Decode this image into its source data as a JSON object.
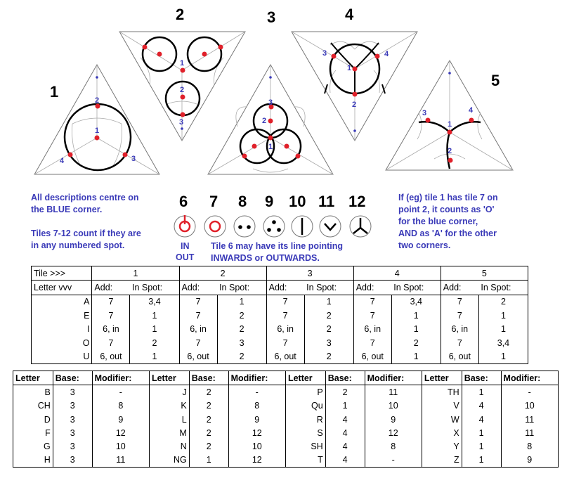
{
  "tile_numbers": [
    "1",
    "2",
    "3",
    "4",
    "5"
  ],
  "tiles": [
    {
      "id": "1",
      "spots": [
        "1",
        "2",
        "3",
        "4"
      ]
    },
    {
      "id": "2",
      "spots": [
        "1",
        "2",
        "3"
      ]
    },
    {
      "id": "3",
      "spots": [
        "1",
        "2",
        "3"
      ]
    },
    {
      "id": "4",
      "spots": [
        "1",
        "2",
        "3",
        "4"
      ]
    },
    {
      "id": "5",
      "spots": [
        "1",
        "2",
        "3",
        "4"
      ]
    }
  ],
  "small_tiles": [
    "6",
    "7",
    "8",
    "9",
    "10",
    "11",
    "12"
  ],
  "tile6_labels": {
    "in": "IN",
    "out": "OUT"
  },
  "notes": {
    "left": [
      "All descriptions centre on",
      "the BLUE corner.",
      "",
      "Tiles 7-12 count if they are",
      "in any numbered spot."
    ],
    "mid": [
      "Tile 6 may have its line pointing",
      "INWARDS or OUTWARDS."
    ],
    "right": [
      "If (eg) tile 1 has tile 7 on",
      "point 2, it counts as 'O'",
      "for the blue corner,",
      "AND as 'A' for the other",
      "two corners."
    ]
  },
  "colors": {
    "blue": "#3a3ab8",
    "red": "#e0202a",
    "line": "#000000",
    "thin": "#555555"
  },
  "table1": {
    "corner_top": "Tile >>>",
    "corner_bottom": "Letter vvv",
    "tile_headers": [
      "1",
      "2",
      "3",
      "4",
      "5"
    ],
    "sub_add": "Add:",
    "sub_spot": "In Spot:",
    "rows": [
      {
        "letter": "A",
        "cells": [
          [
            "7",
            "3,4"
          ],
          [
            "7",
            "1"
          ],
          [
            "7",
            "1"
          ],
          [
            "7",
            "3,4"
          ],
          [
            "7",
            "2"
          ]
        ]
      },
      {
        "letter": "E",
        "cells": [
          [
            "7",
            "1"
          ],
          [
            "7",
            "2"
          ],
          [
            "7",
            "2"
          ],
          [
            "7",
            "1"
          ],
          [
            "7",
            "1"
          ]
        ]
      },
      {
        "letter": "I",
        "cells": [
          [
            "6, in",
            "1"
          ],
          [
            "6, in",
            "2"
          ],
          [
            "6, in",
            "2"
          ],
          [
            "6, in",
            "1"
          ],
          [
            "6, in",
            "1"
          ]
        ]
      },
      {
        "letter": "O",
        "cells": [
          [
            "7",
            "2"
          ],
          [
            "7",
            "3"
          ],
          [
            "7",
            "3"
          ],
          [
            "7",
            "2"
          ],
          [
            "7",
            "3,4"
          ]
        ]
      },
      {
        "letter": "U",
        "cells": [
          [
            "6, out",
            "1"
          ],
          [
            "6, out",
            "2"
          ],
          [
            "6, out",
            "2"
          ],
          [
            "6, out",
            "1"
          ],
          [
            "6, out",
            "1"
          ]
        ]
      }
    ]
  },
  "table2": {
    "headers": [
      "Letter",
      "Base:",
      "Modifier:"
    ],
    "groups": [
      [
        [
          "B",
          "3",
          "-"
        ],
        [
          "CH",
          "3",
          "8"
        ],
        [
          "D",
          "3",
          "9"
        ],
        [
          "F",
          "3",
          "12"
        ],
        [
          "G",
          "3",
          "10"
        ],
        [
          "H",
          "3",
          "11"
        ]
      ],
      [
        [
          "J",
          "2",
          "-"
        ],
        [
          "K",
          "2",
          "8"
        ],
        [
          "L",
          "2",
          "9"
        ],
        [
          "M",
          "2",
          "12"
        ],
        [
          "N",
          "2",
          "10"
        ],
        [
          "NG",
          "1",
          "12"
        ]
      ],
      [
        [
          "P",
          "2",
          "11"
        ],
        [
          "Qu",
          "1",
          "10"
        ],
        [
          "R",
          "4",
          "9"
        ],
        [
          "S",
          "4",
          "12"
        ],
        [
          "SH",
          "4",
          "8"
        ],
        [
          "T",
          "4",
          "-"
        ]
      ],
      [
        [
          "TH",
          "1",
          "-"
        ],
        [
          "V",
          "4",
          "10"
        ],
        [
          "W",
          "4",
          "11"
        ],
        [
          "X",
          "1",
          "11"
        ],
        [
          "Y",
          "1",
          "8"
        ],
        [
          "Z",
          "1",
          "9"
        ]
      ]
    ]
  }
}
